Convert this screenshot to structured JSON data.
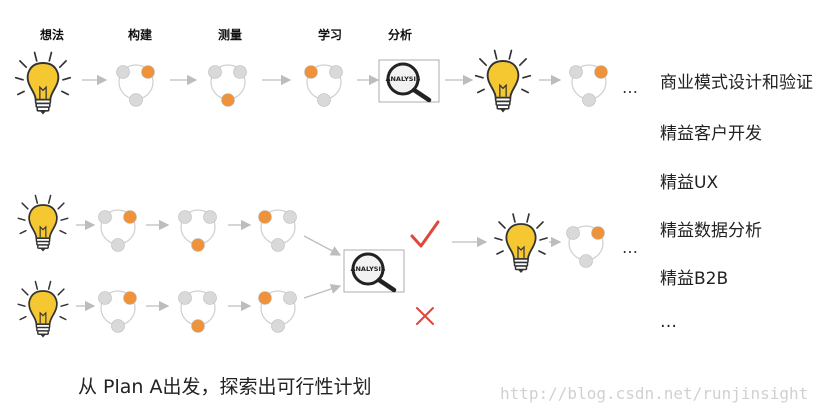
{
  "steps": {
    "idea": "想法",
    "build": "构建",
    "measure": "测量",
    "learn": "学习",
    "analyze": "分析"
  },
  "lens_text": "ANALYSIS",
  "ellipsis": "…",
  "right_list": [
    "商业模式设计和验证",
    "精益客户开发",
    "精益UX",
    "精益数据分析",
    "精益B2B",
    "…"
  ],
  "caption": "从 Plan A出发，探索出可行性计划",
  "watermark": "http://blog.csdn.net/runjinsight",
  "icons": {
    "success": "check-icon",
    "failure": "cross-icon",
    "idea": "lightbulb-icon",
    "analysis": "magnifier-icon",
    "cycle": "build-measure-learn-cycle-icon"
  },
  "colors": {
    "accent_orange": "#f0923a",
    "node_gray": "#d9d9d9",
    "bulb_yellow": "#f5c832",
    "check_red": "#e0463c",
    "arrow_gray": "#bdbdbd"
  }
}
